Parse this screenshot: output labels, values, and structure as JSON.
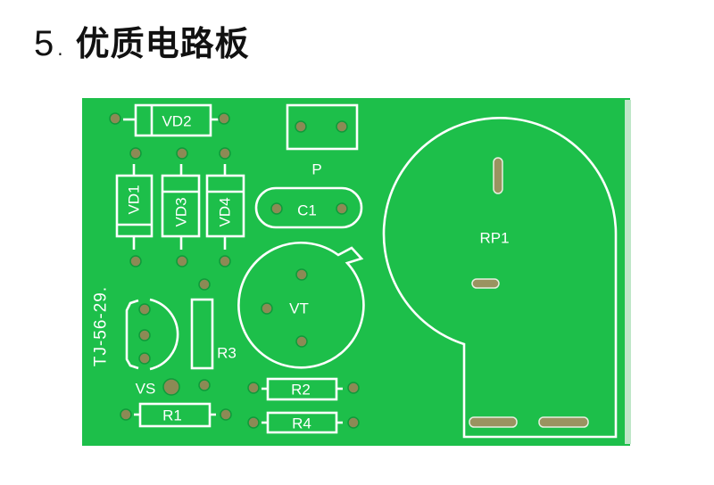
{
  "heading": {
    "number": "5",
    "separator": ".",
    "text": "优质电路板"
  },
  "board": {
    "color": "#1dbf4a",
    "part_number": "TJ-56-29.",
    "labels": {
      "vd1": "VD1",
      "vd2": "VD2",
      "vd3": "VD3",
      "vd4": "VD4",
      "p": "P",
      "c1": "C1",
      "vt": "VT",
      "rp1": "RP1",
      "r1": "R1",
      "r2": "R2",
      "r3": "R3",
      "r4": "R4",
      "vs": "VS"
    }
  }
}
